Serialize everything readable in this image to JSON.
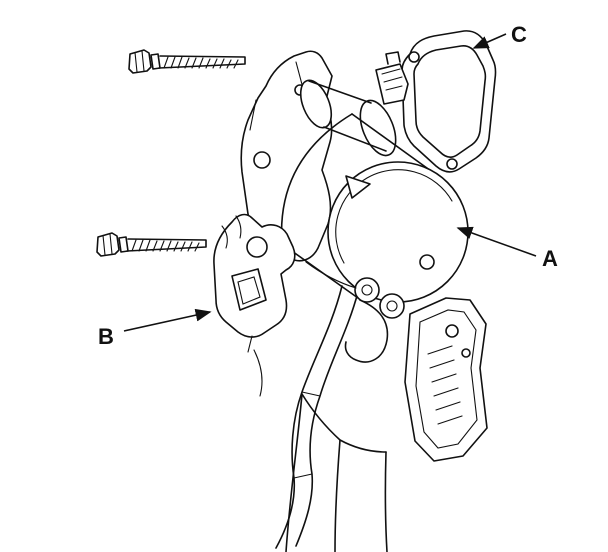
{
  "diagram": {
    "type": "exploded-parts-diagram",
    "subject": "starter-motor-installation",
    "labels": {
      "a": "A",
      "b": "B",
      "c": "C"
    },
    "colors": {
      "line": "#111111",
      "background": "#ffffff"
    }
  }
}
